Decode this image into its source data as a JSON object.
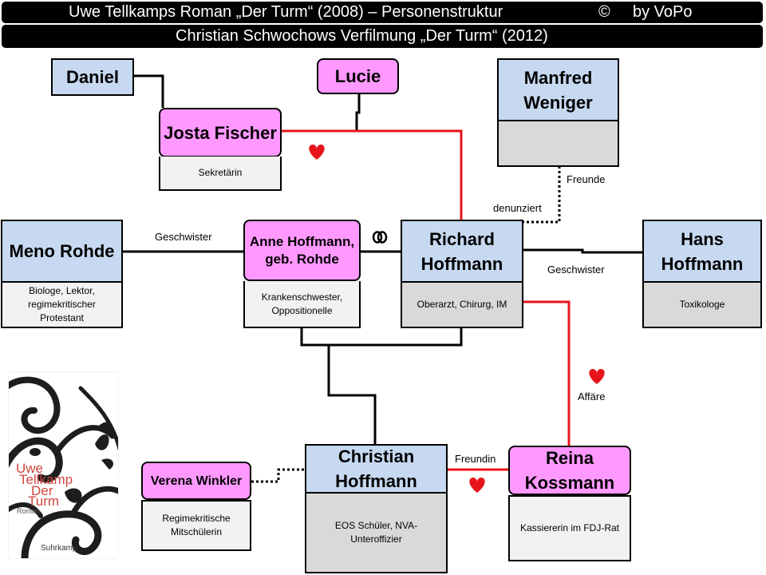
{
  "header": {
    "title": "Uwe Tellkamps Roman „Der Turm“  (2008) – Personenstruktur",
    "copyright": "©",
    "author": "by VoPo",
    "subtitle": "Christian Schwochows  Verfilmung „Der Turm“ (2012)"
  },
  "colors": {
    "male_box": "#c6d9f0",
    "female_box": "#ff99ff",
    "relationship_line": "#000000",
    "love_line": "#e8141b",
    "heart": "#e8141b"
  },
  "people": {
    "daniel": {
      "name": "Daniel"
    },
    "lucie": {
      "name": "Lucie"
    },
    "josta": {
      "name": "Josta Fischer",
      "desc": "Sekretärin"
    },
    "manfred": {
      "name": "Manfred Weniger",
      "desc": ""
    },
    "meno": {
      "name": "Meno Rohde",
      "desc": "Biologe, Lektor, regimekritischer Protestant"
    },
    "anne": {
      "name": "Anne Hoffmann, geb. Rohde",
      "desc": "Krankenschwester, Oppositionelle"
    },
    "richard": {
      "name": "Richard Hoffmann",
      "desc": "Oberarzt, Chirurg, IM"
    },
    "hans": {
      "name": "Hans Hoffmann",
      "desc": "Toxikologe"
    },
    "christian": {
      "name": "Christian Hoffmann",
      "desc": "EOS Schüler,  NVA-Unteroffizier"
    },
    "reina": {
      "name": "Reina Kossmann",
      "desc": "Kassiererin im FDJ-Rat"
    },
    "verena": {
      "name": "Verena Winkler",
      "desc": "Regimekritische Mitschülerin"
    }
  },
  "relations": {
    "geschwister_left": "Geschwister",
    "geschwister_right": "Geschwister",
    "denunziert": "denunziert",
    "freunde": "Freunde",
    "affaere": "Affäre",
    "freundin": "Freundin",
    "married_symbol": "wedding-rings-icon",
    "love_symbol": "heart-icon"
  },
  "book_cover": {
    "author_first": "Uwe",
    "author_last": "Tellkamp",
    "title_1": "Der",
    "title_2": "Turm",
    "genre": "Roman",
    "publisher": "Suhrkamp"
  }
}
